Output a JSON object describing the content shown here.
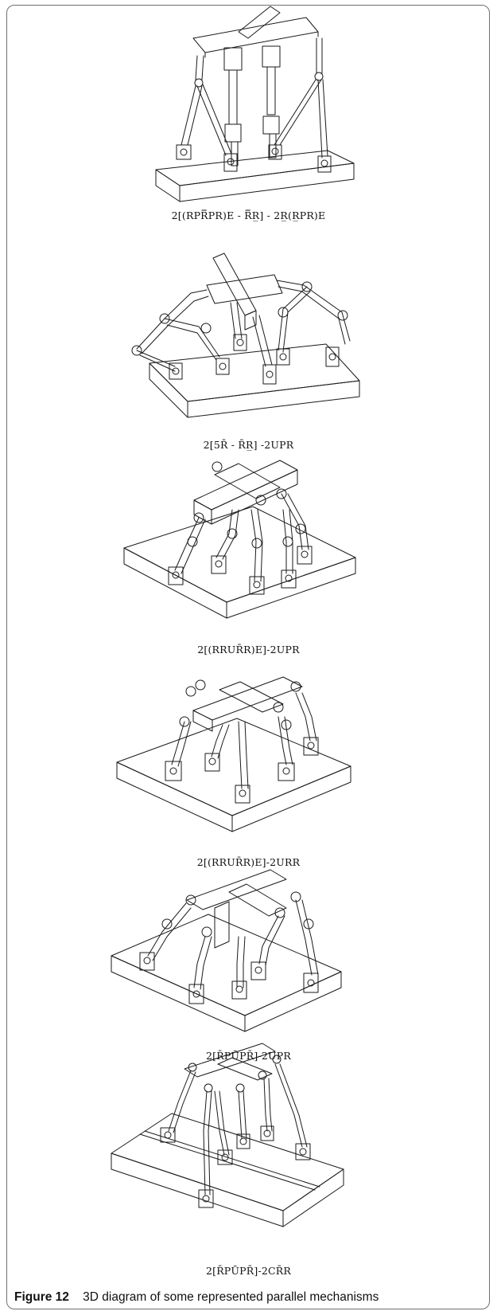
{
  "figure": {
    "label": "Figure 12",
    "caption": "3D diagram of some represented parallel mechanisms"
  },
  "panels": [
    {
      "formula": "2[(RPR̿PR)E - R̿R̲] - 2R̲(R̲PR)E"
    },
    {
      "formula": "2[5R̄ - R̄R̲] -2UPR"
    },
    {
      "formula": "2[(RRUR̄R)E]-2UPR"
    },
    {
      "formula": "2[(RRUR̄R)E]-2URR"
    },
    {
      "formula": "2[R̄PŪPR̄]-2UPR"
    },
    {
      "formula": "2[R̄PŪPR̄]-2CR̄R"
    }
  ]
}
